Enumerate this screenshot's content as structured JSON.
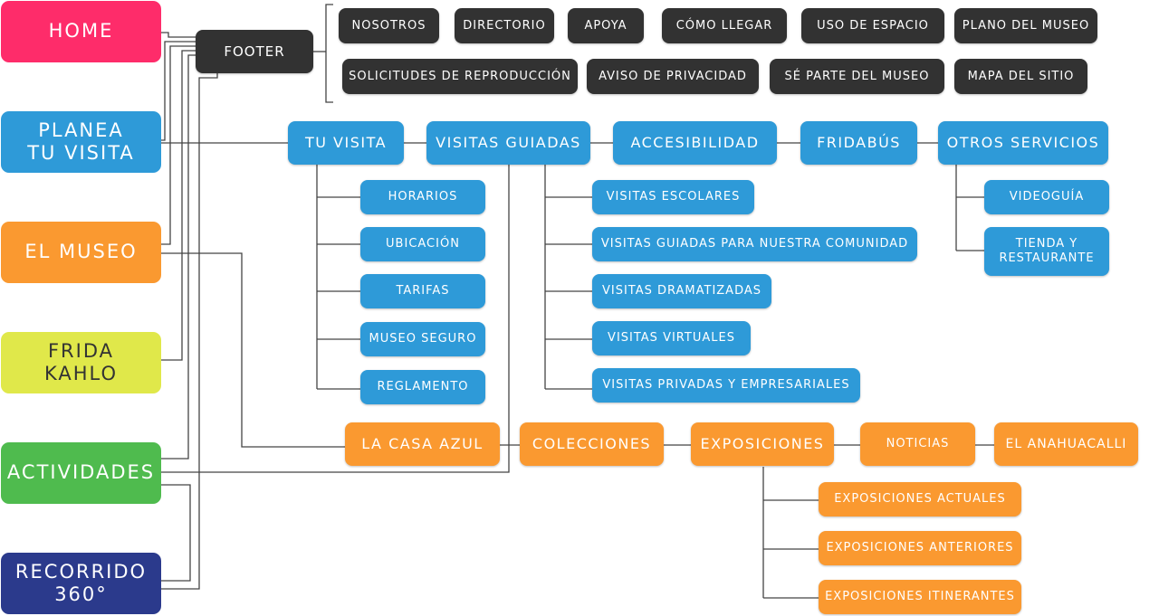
{
  "roots": {
    "home": "HOME",
    "planea": "PLANEA\nTU VISITA",
    "museo": "EL MUSEO",
    "frida": "FRIDA\nKAHLO",
    "actividades": "ACTIVIDADES",
    "recorrido": "RECORRIDO\n360°"
  },
  "footer": {
    "label": "FOOTER",
    "items": [
      "NOSOTROS",
      "DIRECTORIO",
      "APOYA",
      "CÓMO LLEGAR",
      "USO DE ESPACIO",
      "PLANO DEL MUSEO",
      "SOLICITUDES DE REPRODUCCIÓN",
      "AVISO DE PRIVACIDAD",
      "SÉ PARTE DEL MUSEO",
      "MAPA DEL SITIO"
    ]
  },
  "planea": {
    "sections": [
      "TU VISITA",
      "VISITAS GUIADAS",
      "ACCESIBILIDAD",
      "FRIDABÚS",
      "OTROS SERVICIOS"
    ],
    "tu_visita": [
      "HORARIOS",
      "UBICACIÓN",
      "TARIFAS",
      "MUSEO SEGURO",
      "REGLAMENTO"
    ],
    "visitas_guiadas": [
      "VISITAS ESCOLARES",
      "VISITAS GUIADAS PARA NUESTRA COMUNIDAD",
      "VISITAS DRAMATIZADAS",
      "VISITAS VIRTUALES",
      "VISITAS PRIVADAS Y EMPRESARIALES"
    ],
    "otros_servicios": [
      "VIDEOGUÍA",
      "TIENDA Y\nRESTAURANTE"
    ]
  },
  "museo": {
    "sections": [
      "LA CASA AZUL",
      "COLECCIONES",
      "EXPOSICIONES",
      "NOTICIAS",
      "EL ANAHUACALLI"
    ],
    "exposiciones": [
      "EXPOSICIONES ACTUALES",
      "EXPOSICIONES ANTERIORES",
      "EXPOSICIONES ITINERANTES"
    ]
  },
  "colors": {
    "home": "#fe2c6a",
    "planea": "#2e9ad8",
    "museo": "#fa9930",
    "frida": "#e0e84a",
    "actividades": "#4fbb4e",
    "recorrido": "#2b3a8c",
    "footer": "#323232",
    "connector": "#444444"
  }
}
